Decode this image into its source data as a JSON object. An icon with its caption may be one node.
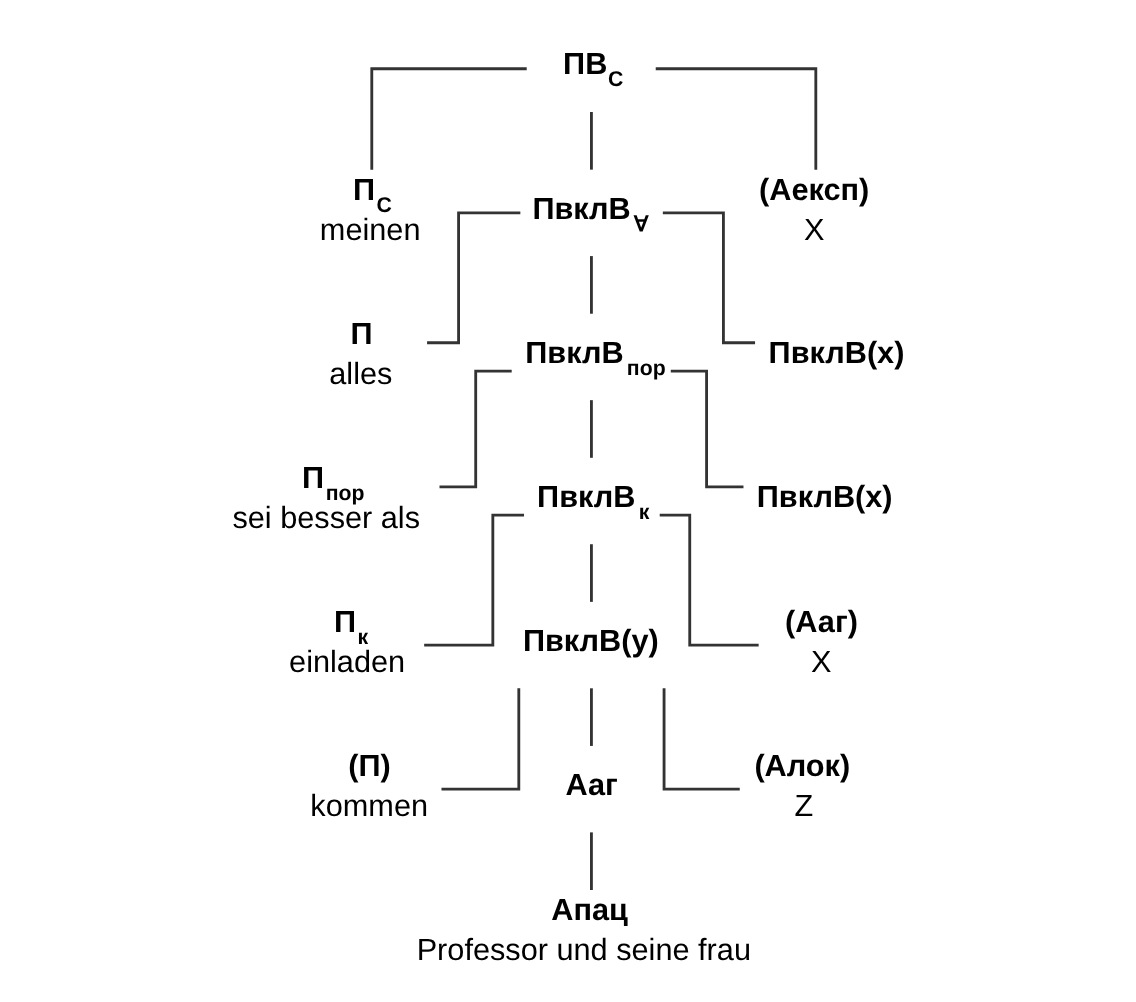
{
  "diagram": {
    "nodes": [
      {
        "text": [
          "ПВ$_{С}$"
        ]
      },
      {
        "text": [
          "П$_{С}$",
          "meinen"
        ]
      },
      {
        "text": [
          "ПвклВ$_{∀}$"
        ]
      },
      {
        "text": [
          "(Аексп)",
          "X"
        ]
      },
      {
        "text": [
          "П",
          "alles"
        ]
      },
      {
        "text": [
          "ПвклВ$_{пор}$"
        ]
      },
      {
        "text": [
          "ПвклВ(x)"
        ]
      },
      {
        "text": [
          "П$_{пор}$",
          "sei besser als"
        ]
      },
      {
        "text": [
          "ПвклВ$_{к}$"
        ]
      },
      {
        "text": [
          "ПвклВ(x)"
        ]
      },
      {
        "text": [
          "П$_{к}$",
          "einladen"
        ]
      },
      {
        "text": [
          "ПвклВ(y)"
        ]
      },
      {
        "text": [
          "(Ааг)",
          "X"
        ]
      },
      {
        "text": [
          "(П)",
          "kommen"
        ]
      },
      {
        "text": [
          "Ааг"
        ]
      },
      {
        "text": [
          "(Алок)",
          "Z"
        ]
      },
      {
        "text": [
          "Апац",
          "Professor und seine frau"
        ]
      }
    ],
    "edges": [
      {
        "from": 0,
        "to": 1,
        "arrow": "none"
      },
      {
        "from": 0,
        "to": 2,
        "arrow": "none"
      },
      {
        "from": 0,
        "to": 3,
        "arrow": "none"
      },
      {
        "from": 2,
        "to": 4,
        "arrow": "none"
      },
      {
        "from": 2,
        "to": 5,
        "arrow": "none"
      },
      {
        "from": 2,
        "to": 6,
        "arrow": "none"
      },
      {
        "from": 5,
        "to": 7,
        "arrow": "none"
      },
      {
        "from": 5,
        "to": 8,
        "arrow": "none"
      },
      {
        "from": 5,
        "to": 9,
        "arrow": "none"
      },
      {
        "from": 8,
        "to": 10,
        "arrow": "none"
      },
      {
        "from": 8,
        "to": 11,
        "arrow": "none"
      },
      {
        "from": 8,
        "to": 12,
        "arrow": "none"
      },
      {
        "from": 11,
        "to": 13,
        "arrow": "none"
      },
      {
        "from": 11,
        "to": 14,
        "arrow": "none"
      },
      {
        "from": 11,
        "to": 15,
        "arrow": "none"
      },
      {
        "from": 14,
        "to": 16,
        "arrow": "none"
      }
    ]
  }
}
